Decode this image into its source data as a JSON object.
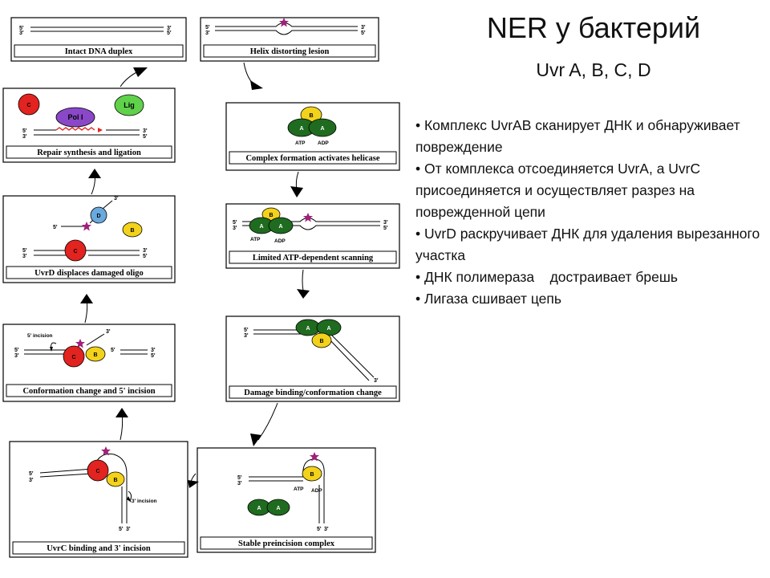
{
  "slide": {
    "title": "NER у бактерий",
    "subtitle": "Uvr A, B, C, D",
    "bullets": [
      "• Комплекс UvrAB сканирует ДНК и обнаруживает повреждение",
      "• От комплекса отсоединяется UvrA, а UvrC присоединяется и осуществляет разрез на поврежденной цепи",
      "• UvrD раскручивает ДНК для удаления вырезанного участка",
      "• ДНК полимераза    достраивает брешь",
      "• Лигаза сшивает цепь"
    ]
  },
  "diagram": {
    "panels": {
      "intact": {
        "caption": "Intact DNA duplex"
      },
      "helix": {
        "caption": "Helix distorting lesion"
      },
      "complex": {
        "caption": "Complex formation activates helicase"
      },
      "scanning": {
        "caption": "Limited ATP-dependent scanning"
      },
      "damage": {
        "caption": "Damage binding/conformation change"
      },
      "preincision": {
        "caption": "Stable preincision complex"
      },
      "uvrc": {
        "caption": "UvrC binding and 3' incision"
      },
      "conformation": {
        "caption": "Conformation change and 5' incision"
      },
      "uvrd": {
        "caption": "UvrD displaces damaged oligo"
      },
      "repair": {
        "caption": "Repair synthesis and ligation"
      }
    },
    "labels": {
      "five_prime": "5'",
      "three_prime": "3'",
      "atp": "ATP",
      "adp": "ADP",
      "incision_5": "5' incision",
      "incision_3": "3' incision",
      "protein_a": "A",
      "protein_b": "B",
      "protein_c": "C",
      "protein_d": "D",
      "pol": "Pol I",
      "lig": "Lig"
    },
    "colors": {
      "uvrA": "#1f6b1f",
      "uvrB": "#f3d21b",
      "uvrC": "#e2231f",
      "uvrD": "#6aa9dd",
      "pol": "#8a48c8",
      "lig": "#5fd14a",
      "lesion": "#a0207a"
    }
  }
}
